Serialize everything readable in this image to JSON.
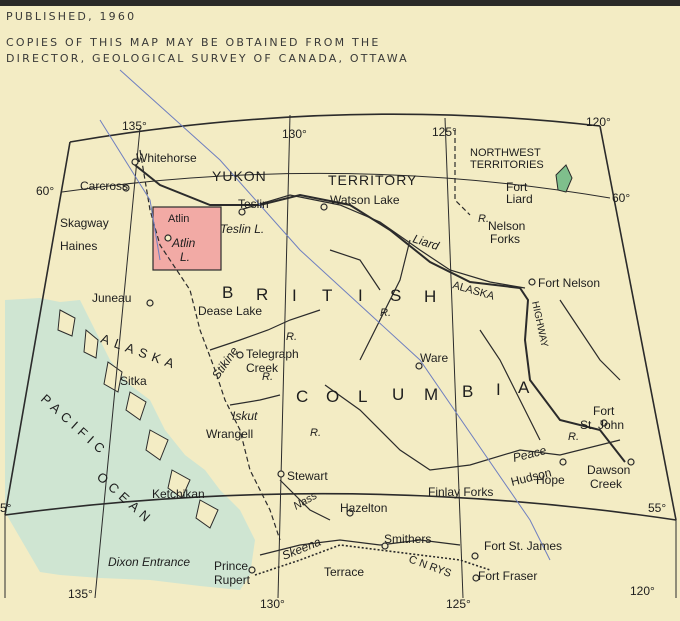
{
  "header": {
    "published": "PUBLISHED, 1960",
    "copies_line1": "COPIES OF THIS MAP MAY BE OBTAINED FROM THE",
    "copies_line2": "DIRECTOR, GEOLOGICAL SURVEY OF CANADA, OTTAWA"
  },
  "colors": {
    "paper": "#f3ecc4",
    "ocean": "#cfe5d2",
    "atlin_area": "#f2aaa5",
    "lines": "#2b2b2b"
  },
  "graticule": {
    "top_135": "135°",
    "top_130": "130°",
    "top_125": "125°",
    "top_120": "120°",
    "bottom_135": "135°",
    "bottom_130": "130°",
    "bottom_125": "125°",
    "bottom_120": "120°",
    "left_60": "60°",
    "right_60": "60°",
    "left_55": "5°",
    "right_55": "55°"
  },
  "regions": {
    "yukon": "YUKON",
    "territory": "TERRITORY",
    "nwt1": "NORTHWEST",
    "nwt2": "TERRITORIES",
    "bc_b": "B",
    "bc_r": "R",
    "bc_i": "I",
    "bc_t": "T",
    "bc_i2": "I",
    "bc_s": "S",
    "bc_h": "H",
    "col_c": "C",
    "col_o": "O",
    "col_l": "L",
    "col_u": "U",
    "col_m": "M",
    "col_b": "B",
    "col_i": "I",
    "col_a": "A",
    "alaska_a": "A",
    "alaska_l": "L",
    "alaska_a2": "A",
    "alaska_s": "S",
    "alaska_k": "K",
    "alaska_a3": "A",
    "pacific": "PACIFIC",
    "ocean": "OCEAN",
    "atlin_area": "Atlin"
  },
  "places": {
    "whitehorse": "Whitehorse",
    "carcross": "Carcross",
    "skagway": "Skagway",
    "haines": "Haines",
    "teslin": "Teslin",
    "teslin_lake": "Teslin L.",
    "atlin_lake_1": "Atlin",
    "atlin_lake_2": "L.",
    "watson_lake": "Watson Lake",
    "fort_liard_1": "Fort",
    "fort_liard_2": "Liard",
    "nelson_forks_1": "Nelson",
    "nelson_forks_2": "Forks",
    "fort_nelson": "Fort Nelson",
    "juneau": "Juneau",
    "dease_lake": "Dease Lake",
    "telegraph_1": "Telegraph",
    "telegraph_2": "Creek",
    "sitka": "Sitka",
    "ware": "Ware",
    "wrangell": "Wrangell",
    "fort_st_john_1": "Fort",
    "fort_st_john_2": "St. John",
    "stewart": "Stewart",
    "ketchikan": "Ketchikan",
    "hazelton": "Hazelton",
    "finlay_forks": "Finlay Forks",
    "hudson_hope_1": "Hudson",
    "hudson_hope_2": "Hope",
    "dawson_creek_1": "Dawson",
    "dawson_creek_2": "Creek",
    "smithers": "Smithers",
    "fort_st_james": "Fort St. James",
    "fort_fraser": "Fort Fraser",
    "terrace": "Terrace",
    "prince_rupert_1": "Prince",
    "prince_rupert_2": "Rupert",
    "dixon_entrance": "Dixon Entrance",
    "cnrys": "C N RYS"
  },
  "rivers": {
    "liard": "Liard",
    "stikine": "Stikine",
    "iskut": "Iskut",
    "nass": "Nass",
    "skeena": "Skeena",
    "peace": "Peace",
    "r1": "R.",
    "r2": "R.",
    "r3": "R.",
    "r4": "R.",
    "r5": "R.",
    "r6": "R."
  },
  "highway": {
    "alaska": "ALASKA",
    "highway": "HIGHWAY"
  }
}
